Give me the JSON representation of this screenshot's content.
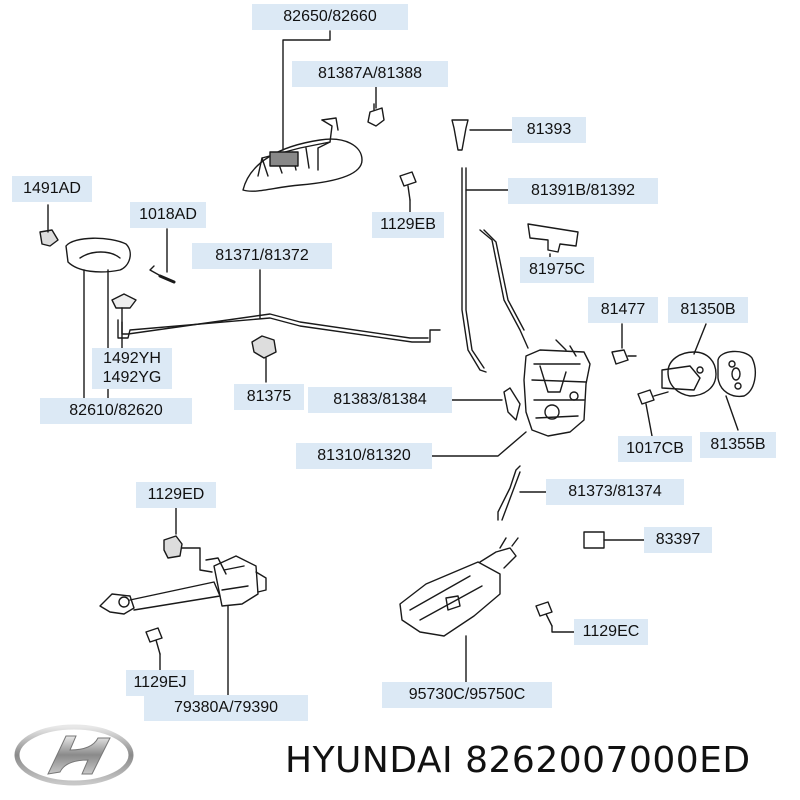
{
  "callouts": {
    "c82650": "82650/82660",
    "c81387": "81387A/81388",
    "c81393": "81393",
    "c81391": "81391B/81392",
    "c1129eb": "1129EB",
    "c1491ad": "1491AD",
    "c1018ad": "1018AD",
    "c81371": "81371/81372",
    "c81975": "81975C",
    "c81477": "81477",
    "c81350": "81350B",
    "c1492": [
      "1492YH",
      "1492YG"
    ],
    "c81375": "81375",
    "c81383": "81383/81384",
    "c82610": "82610/82620",
    "c81310": "81310/81320",
    "c1017": "1017CB",
    "c81355": "81355B",
    "c81373": "81373/81374",
    "c1129ed": "1129ED",
    "c83397": "83397",
    "c1129ec": "1129EC",
    "c1129ej": "1129EJ",
    "c79380": "79380A/79390",
    "c95730": "95730C/95750C"
  },
  "brand": {
    "logo_icon": "hyundai-logo-icon",
    "text": "HYUNDAI 8262007000ED"
  },
  "colors": {
    "label_bg": "#dce9f5",
    "line": "#1a1a1a",
    "text": "#111111"
  }
}
